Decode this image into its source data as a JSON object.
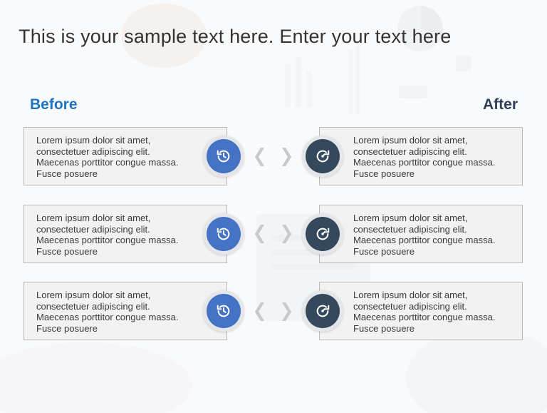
{
  "title": "This is your sample text here. Enter your text here",
  "headings": {
    "before": "Before",
    "after": "After"
  },
  "colors": {
    "before_accent": "#1f74c4",
    "after_accent": "#2e4057",
    "before_icon_bg": "#4472c4",
    "after_icon_bg": "#34495e",
    "chevron": "#c8c9cb"
  },
  "icons": {
    "before": "history-icon",
    "after": "timer-forward-icon"
  },
  "rows": [
    {
      "before_text": "Lorem ipsum dolor sit amet,\nconsectetuer adipiscing elit.\nMaecenas porttitor congue massa.\nFusce posuere",
      "after_text": "Lorem ipsum dolor sit amet,\nconsectetuer adipiscing elit.\nMaecenas porttitor congue massa.\nFusce posuere"
    },
    {
      "before_text": "Lorem ipsum dolor sit amet,\nconsectetuer adipiscing elit.\nMaecenas porttitor congue massa.\nFusce posuere",
      "after_text": "Lorem ipsum dolor sit amet,\nconsectetuer adipiscing elit.\nMaecenas porttitor congue massa.\nFusce posuere"
    },
    {
      "before_text": "Lorem ipsum dolor sit amet,\nconsectetuer adipiscing elit.\nMaecenas porttitor congue massa.\nFusce posuere",
      "after_text": "Lorem ipsum dolor sit amet,\nconsectetuer adipiscing elit.\nMaecenas porttitor congue massa.\nFusce posuere"
    }
  ]
}
